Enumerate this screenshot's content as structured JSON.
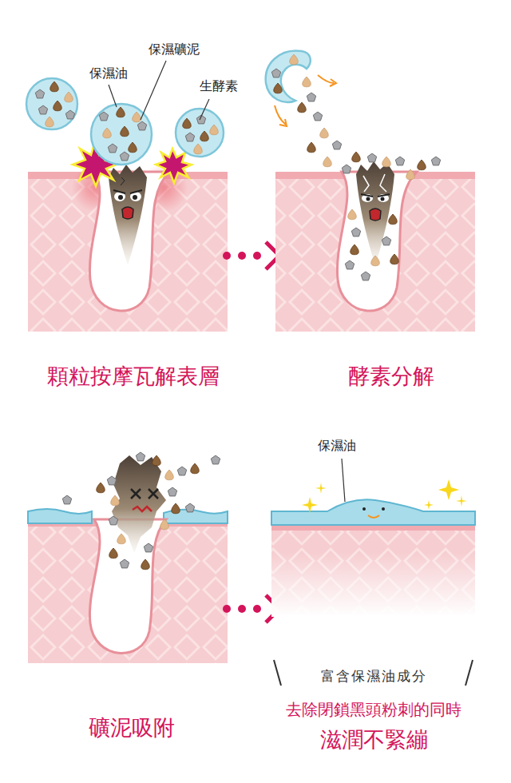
{
  "diagram": {
    "labels": [
      "保濕油",
      "保濕礦泥",
      "生酵素",
      "顆粒按摩瓦解表層",
      "酵素分解",
      "礦泥吸附",
      "保濕油",
      "富含保濕油成分",
      "去除閉鎖黑頭粉刺的同時",
      "滋潤不緊繃"
    ]
  }
}
